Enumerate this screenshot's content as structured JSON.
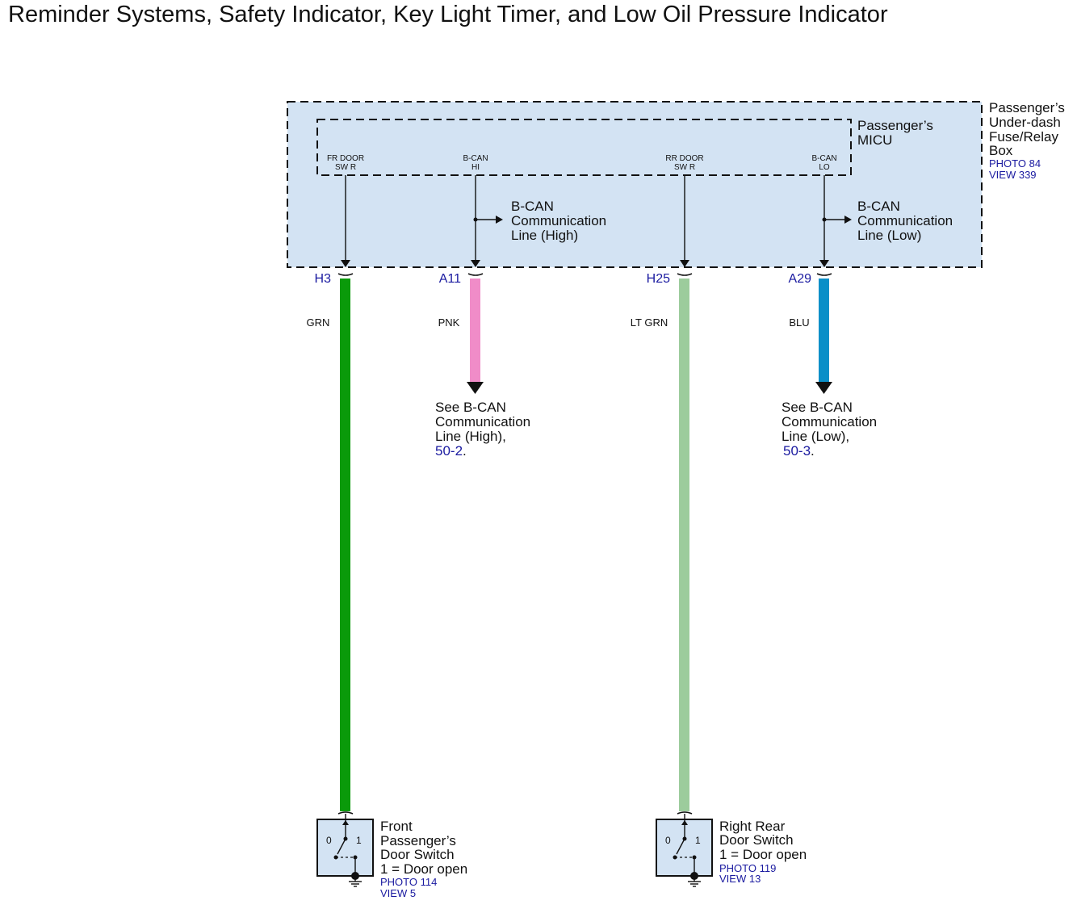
{
  "title": "Reminder Systems, Safety Indicator, Key Light Timer, and Low Oil Pressure Indicator",
  "fuse_box": {
    "label_lines": [
      "Passenger’s",
      "Under-dash",
      "Fuse/Relay",
      "Box"
    ],
    "photo": "PHOTO 84",
    "view": "VIEW 339"
  },
  "micu": {
    "label_lines": [
      "Passenger’s",
      "MICU"
    ],
    "pins": [
      {
        "line1": "FR DOOR",
        "line2": "SW R"
      },
      {
        "line1": "B-CAN",
        "line2": "HI"
      },
      {
        "line1": "RR DOOR",
        "line2": "SW R"
      },
      {
        "line1": "B-CAN",
        "line2": "LO"
      }
    ]
  },
  "bcan_high": {
    "lines": [
      "B-CAN",
      "Communication",
      "Line (High)"
    ]
  },
  "bcan_low": {
    "lines": [
      "B-CAN",
      "Communication",
      "Line (Low)"
    ]
  },
  "wires": [
    {
      "connector": "H3",
      "color_label": "GRN",
      "color": "#0a9a0a"
    },
    {
      "connector": "A11",
      "color_label": "PNK",
      "color": "#f08cc8"
    },
    {
      "connector": "H25",
      "color_label": "LT GRN",
      "color": "#9ccc9c"
    },
    {
      "connector": "A29",
      "color_label": "BLU",
      "color": "#0a8fc8"
    }
  ],
  "see_high": {
    "lines": [
      "See B-CAN",
      "Communication",
      "Line (High),"
    ],
    "ref": "50-2",
    "ref_suffix": "."
  },
  "see_low": {
    "lines": [
      "See B-CAN",
      "Communication",
      "Line (Low),"
    ],
    "ref": "50-3",
    "ref_suffix": "."
  },
  "front_switch": {
    "label_lines": [
      "Front",
      "Passenger’s",
      "Door Switch",
      "1 = Door open"
    ],
    "photo": "PHOTO 114",
    "view": "VIEW 5",
    "pos0": "0",
    "pos1": "1"
  },
  "rear_switch": {
    "label_lines": [
      "Right Rear",
      "Door Switch",
      "1 = Door open"
    ],
    "photo": "PHOTO 119",
    "view": "VIEW 13",
    "pos0": "0",
    "pos1": "1"
  },
  "colors": {
    "box_fill": "#d3e3f3",
    "link": "#1a1aa0"
  }
}
